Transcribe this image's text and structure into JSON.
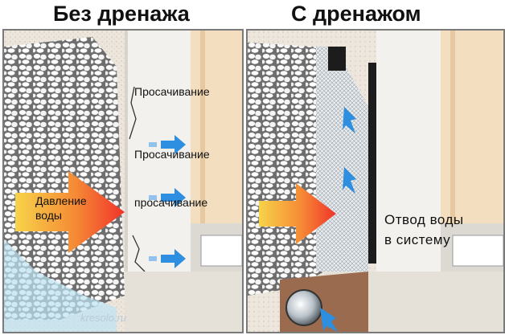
{
  "left_panel": {
    "title": "Без дренажа",
    "seep_labels": [
      "Просачивание",
      "Просачивание",
      "просачивание"
    ],
    "pressure_label_line1": "Давление",
    "pressure_label_line2": "воды",
    "watermark": "kresolo.ru"
  },
  "right_panel": {
    "title": "С дренажом",
    "drain_label_line1": "Отвод воды",
    "drain_label_line2": "в систему"
  },
  "icons": [
    "water-pressure-arrow",
    "seepage-arrow",
    "drain-pipe"
  ],
  "colors": {
    "arrow_start": "#f7d34a",
    "arrow_end": "#f0332a",
    "seep_arrow": "#2e8ee0",
    "membrane": "#1c1c1c",
    "wall": "#f2f0ec",
    "interior": "#f3dec0",
    "ground_water": "#bde3f3"
  }
}
